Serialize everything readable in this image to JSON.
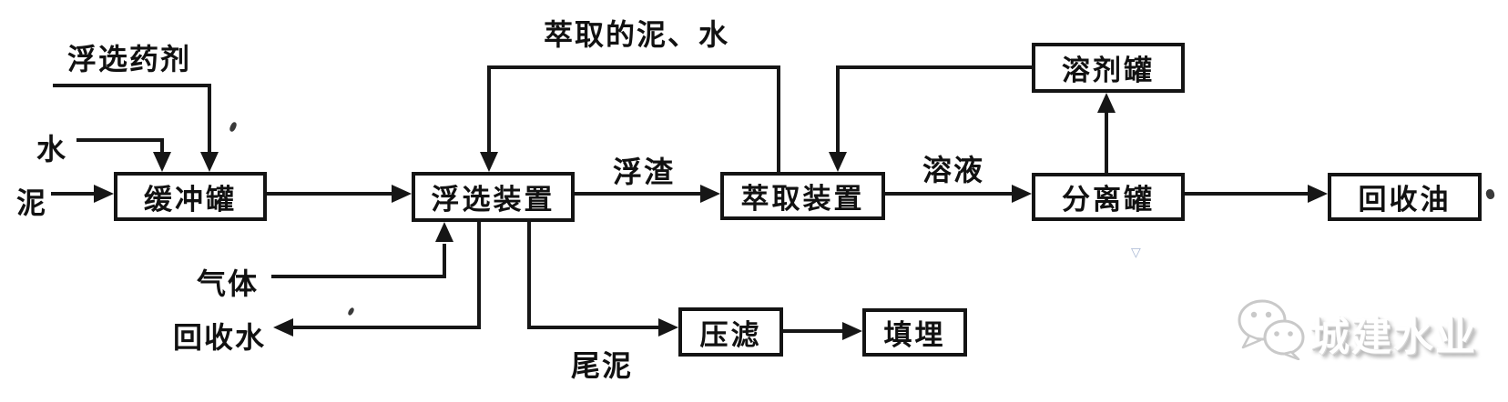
{
  "diagram": {
    "title_hint": "sludge-oil-recovery-process-flow",
    "nodes": {
      "buffer_tank": "缓冲罐",
      "flotation_unit": "浮选装置",
      "extraction_unit": "萃取装置",
      "solvent_tank": "溶剂罐",
      "separation_tank": "分离罐",
      "recovered_oil": "回收油",
      "filter_press": "压滤",
      "landfill": "填埋"
    },
    "labels": {
      "flotation_agent": "浮选药剂",
      "water": "水",
      "sludge": "泥",
      "gas": "气体",
      "recovered_water": "回收水",
      "tail_sludge": "尾泥",
      "scum": "浮渣",
      "solution": "溶液",
      "extracted_mud_water": "萃取的泥、水"
    },
    "edges": [
      {
        "from": "浮选药剂",
        "to": "缓冲罐"
      },
      {
        "from": "水",
        "to": "缓冲罐"
      },
      {
        "from": "泥",
        "to": "缓冲罐"
      },
      {
        "from": "缓冲罐",
        "to": "浮选装置"
      },
      {
        "from": "浮选装置",
        "to": "萃取装置",
        "label": "浮渣"
      },
      {
        "from": "萃取装置",
        "to": "浮选装置",
        "label": "萃取的泥、水"
      },
      {
        "from": "溶剂罐",
        "to": "萃取装置"
      },
      {
        "from": "萃取装置",
        "to": "分离罐",
        "label": "溶液"
      },
      {
        "from": "分离罐",
        "to": "溶剂罐"
      },
      {
        "from": "分离罐",
        "to": "回收油"
      },
      {
        "from": "气体",
        "to": "浮选装置"
      },
      {
        "from": "浮选装置",
        "to": "回收水"
      },
      {
        "from": "浮选装置",
        "to": "压滤",
        "label": "尾泥"
      },
      {
        "from": "压滤",
        "to": "填埋"
      }
    ]
  },
  "artifacts": {
    "blue_mark_glyph": "▽"
  },
  "watermark": {
    "text": "城建水业",
    "icon": "wechat-icon"
  },
  "colors": {
    "line": "#161616",
    "box_border": "#141414",
    "background": "#ffffff",
    "watermark_gray": "#c9c9c9",
    "blue_artifact": "#a9b8d4"
  }
}
